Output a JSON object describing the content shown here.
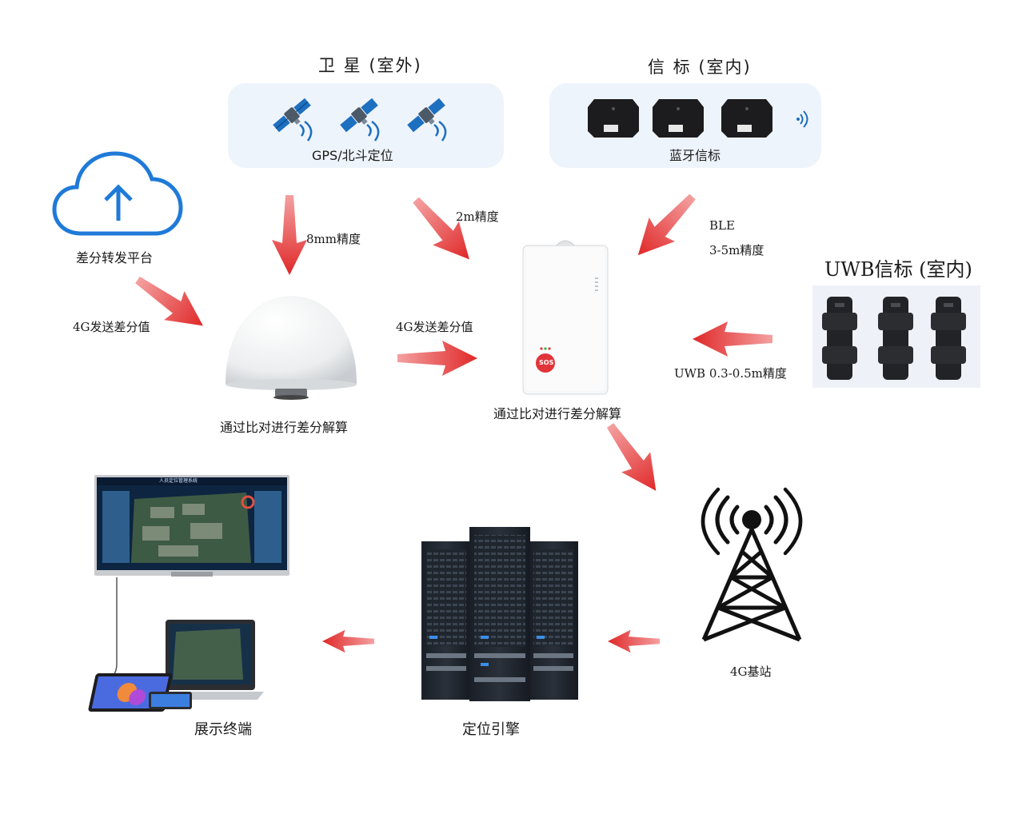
{
  "satellite": {
    "title": "卫 星 (室外)",
    "caption": "GPS/北斗定位",
    "icon": "satellite-icon"
  },
  "beacon": {
    "title": "信 标 (室内)",
    "caption": "蓝牙信标",
    "icon": "bluetooth-beacon-icon"
  },
  "uwb": {
    "title": "UWB信标 (室内)",
    "icon": "uwb-beacon-icon"
  },
  "cloud": {
    "caption": "差分转发平台",
    "icon": "cloud-upload-icon"
  },
  "base_station_dome": {
    "caption": "通过比对进行差分解算"
  },
  "tracker": {
    "caption": "通过比对进行差分解算",
    "sos_label": "SOS"
  },
  "tower": {
    "caption": "4G基站",
    "icon": "cell-tower-icon"
  },
  "engine": {
    "caption": "定位引擎",
    "icon": "server-rack-icon"
  },
  "display": {
    "caption": "展示终端",
    "screen_title": "人员定位管理系统",
    "icon": "display-terminal-icon"
  },
  "edges": {
    "cloud_to_dome": "4G发送差分值",
    "sat_to_dome": "8mm精度",
    "sat_to_tracker": "2m精度",
    "ble_line1": "BLE",
    "ble_line2": "3-5m精度",
    "dome_to_tracker": "4G发送差分值",
    "uwb_to_tracker": "UWB 0.3-0.5m精度"
  },
  "colors": {
    "arrow": "#e23a3a",
    "panel": "#eef4fb",
    "cloud": "#1f7ad8",
    "sat_blue": "#1d6fc0"
  }
}
